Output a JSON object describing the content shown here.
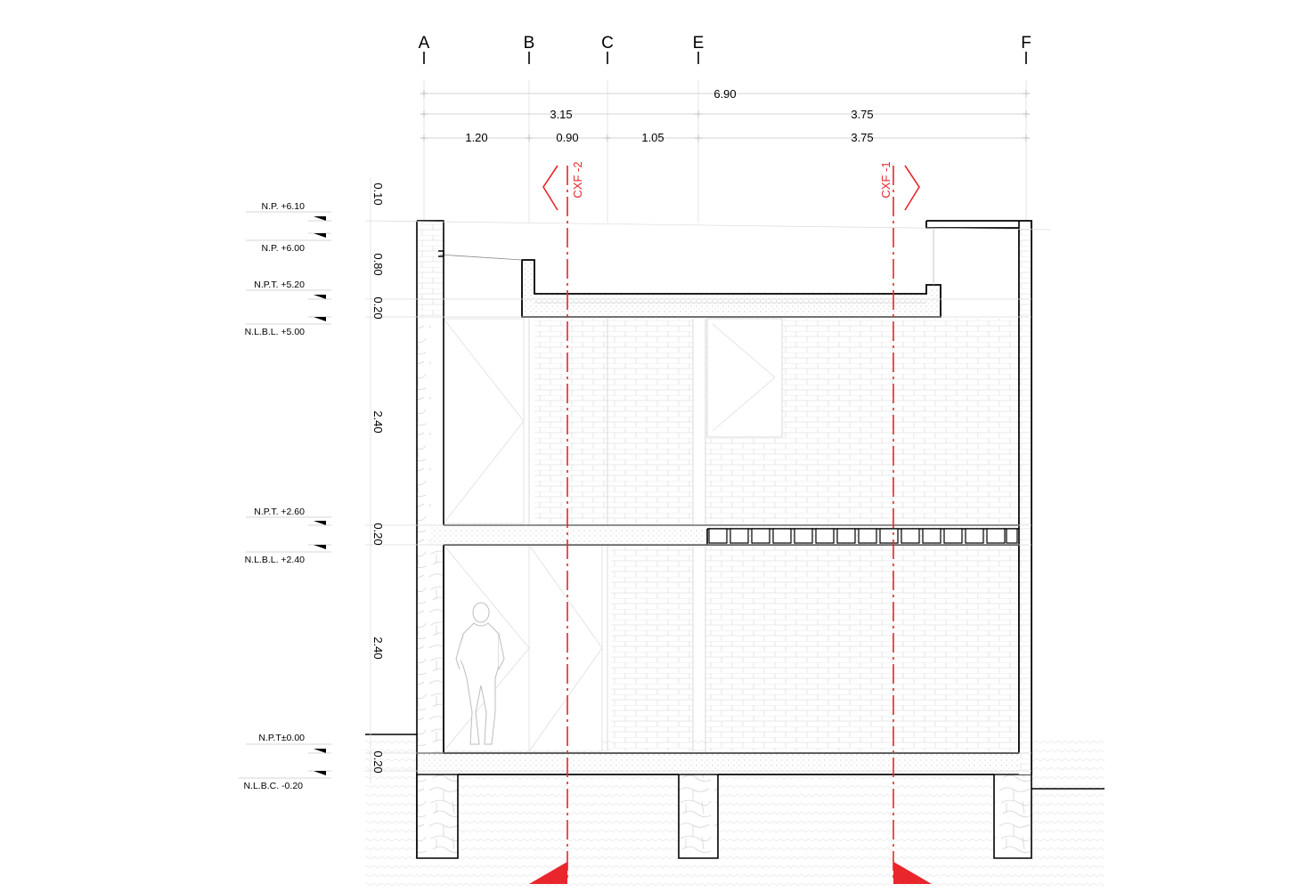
{
  "axes": {
    "A": "A",
    "B": "B",
    "C": "C",
    "E": "E",
    "F": "F"
  },
  "dimensions": {
    "total": "6.90",
    "row2_left": "3.15",
    "row2_right": "3.75",
    "row3_a": "1.20",
    "row3_b": "0.90",
    "row3_c": "1.05",
    "row3_d": "3.75"
  },
  "vertical_dims": {
    "v1": "0.10",
    "v2": "0.80",
    "v3": "0.20",
    "v4": "2.40",
    "v5": "0.20",
    "v6": "2.40",
    "v7": "0.20"
  },
  "levels": {
    "np610": "N.P. +6.10",
    "np600": "N.P. +6.00",
    "npt520": "N.P.T. +5.20",
    "nlbl500": "N.L.B.L. +5.00",
    "npt260": "N.P.T. +2.60",
    "nlbl240": "N.L.B.L. +2.40",
    "npt000": "N.P.T±0.00",
    "nlbc020": "N.L.B.C. -0.20"
  },
  "section_cuts": {
    "left": "CXF -2",
    "right": "CXF -1"
  },
  "colors": {
    "section_line": "#e8262b",
    "structure": "#000000",
    "hatch": "#d0d0d0"
  }
}
